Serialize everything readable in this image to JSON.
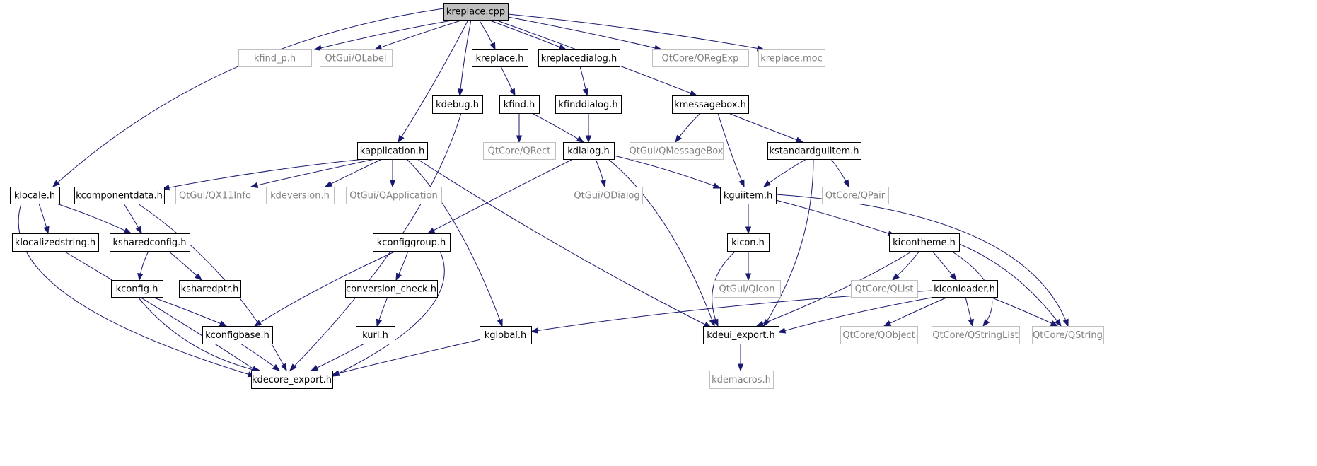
{
  "diagram": {
    "colors": {
      "edge": "#191970",
      "node_border": "#000000",
      "external_border": "#bfbfbf",
      "external_text": "#808080",
      "root_fill": "#bfbfbf"
    },
    "nodes": [
      {
        "id": "kreplace_cpp",
        "label": "kreplace.cpp",
        "kind": "root"
      },
      {
        "id": "kfind_p_h",
        "label": "kfind_p.h",
        "kind": "external"
      },
      {
        "id": "qlabel",
        "label": "QtGui/QLabel",
        "kind": "external"
      },
      {
        "id": "kreplace_h",
        "label": "kreplace.h",
        "kind": "local"
      },
      {
        "id": "kreplacedialog_h",
        "label": "kreplacedialog.h",
        "kind": "local"
      },
      {
        "id": "qregexp",
        "label": "QtCore/QRegExp",
        "kind": "external"
      },
      {
        "id": "kreplace_moc",
        "label": "kreplace.moc",
        "kind": "external"
      },
      {
        "id": "kdebug_h",
        "label": "kdebug.h",
        "kind": "local"
      },
      {
        "id": "kfind_h",
        "label": "kfind.h",
        "kind": "local"
      },
      {
        "id": "kfinddialog_h",
        "label": "kfinddialog.h",
        "kind": "local"
      },
      {
        "id": "kmessagebox_h",
        "label": "kmessagebox.h",
        "kind": "local"
      },
      {
        "id": "kapplication_h",
        "label": "kapplication.h",
        "kind": "local"
      },
      {
        "id": "qrect",
        "label": "QtCore/QRect",
        "kind": "external"
      },
      {
        "id": "kdialog_h",
        "label": "kdialog.h",
        "kind": "local"
      },
      {
        "id": "qmessagebox",
        "label": "QtGui/QMessageBox",
        "kind": "external"
      },
      {
        "id": "kstandardguiitem_h",
        "label": "kstandardguiitem.h",
        "kind": "local"
      },
      {
        "id": "klocale_h",
        "label": "klocale.h",
        "kind": "local"
      },
      {
        "id": "kcomponentdata_h",
        "label": "kcomponentdata.h",
        "kind": "local"
      },
      {
        "id": "qx11info",
        "label": "QtGui/QX11Info",
        "kind": "external"
      },
      {
        "id": "kdeversion_h",
        "label": "kdeversion.h",
        "kind": "external"
      },
      {
        "id": "qapplication",
        "label": "QtGui/QApplication",
        "kind": "external"
      },
      {
        "id": "qdialog",
        "label": "QtGui/QDialog",
        "kind": "external"
      },
      {
        "id": "kguiitem_h",
        "label": "kguiitem.h",
        "kind": "local"
      },
      {
        "id": "qpair",
        "label": "QtCore/QPair",
        "kind": "external"
      },
      {
        "id": "klocalizedstring_h",
        "label": "klocalizedstring.h",
        "kind": "local"
      },
      {
        "id": "ksharedconfig_h",
        "label": "ksharedconfig.h",
        "kind": "local"
      },
      {
        "id": "kconfiggroup_h",
        "label": "kconfiggroup.h",
        "kind": "local"
      },
      {
        "id": "kicon_h",
        "label": "kicon.h",
        "kind": "local"
      },
      {
        "id": "kicontheme_h",
        "label": "kicontheme.h",
        "kind": "local"
      },
      {
        "id": "kconfig_h",
        "label": "kconfig.h",
        "kind": "local"
      },
      {
        "id": "ksharedptr_h",
        "label": "ksharedptr.h",
        "kind": "local"
      },
      {
        "id": "conversion_check_h",
        "label": "conversion_check.h",
        "kind": "local"
      },
      {
        "id": "qicon",
        "label": "QtGui/QIcon",
        "kind": "external"
      },
      {
        "id": "qlist",
        "label": "QtCore/QList",
        "kind": "external"
      },
      {
        "id": "kiconloader_h",
        "label": "kiconloader.h",
        "kind": "local"
      },
      {
        "id": "kconfigbase_h",
        "label": "kconfigbase.h",
        "kind": "local"
      },
      {
        "id": "kurl_h",
        "label": "kurl.h",
        "kind": "local"
      },
      {
        "id": "kglobal_h",
        "label": "kglobal.h",
        "kind": "local"
      },
      {
        "id": "kdeui_export_h",
        "label": "kdeui_export.h",
        "kind": "local"
      },
      {
        "id": "qobject",
        "label": "QtCore/QObject",
        "kind": "external"
      },
      {
        "id": "qstringlist",
        "label": "QtCore/QStringList",
        "kind": "external"
      },
      {
        "id": "qstring",
        "label": "QtCore/QString",
        "kind": "external"
      },
      {
        "id": "kdecore_export_h",
        "label": "kdecore_export.h",
        "kind": "local"
      },
      {
        "id": "kdemacros_h",
        "label": "kdemacros.h",
        "kind": "external"
      }
    ],
    "edges": [
      [
        "kreplace_cpp",
        "kfind_p_h"
      ],
      [
        "kreplace_cpp",
        "qlabel"
      ],
      [
        "kreplace_cpp",
        "kreplace_h"
      ],
      [
        "kreplace_cpp",
        "kreplacedialog_h"
      ],
      [
        "kreplace_cpp",
        "qregexp"
      ],
      [
        "kreplace_cpp",
        "kreplace_moc"
      ],
      [
        "kreplace_cpp",
        "kdebug_h"
      ],
      [
        "kreplace_cpp",
        "kmessagebox_h"
      ],
      [
        "kreplace_cpp",
        "kapplication_h"
      ],
      [
        "kreplace_cpp",
        "klocale_h"
      ],
      [
        "kreplace_h",
        "kfind_h"
      ],
      [
        "kreplacedialog_h",
        "kfinddialog_h"
      ],
      [
        "kfind_h",
        "qrect"
      ],
      [
        "kfind_h",
        "kdialog_h"
      ],
      [
        "kfinddialog_h",
        "kdialog_h"
      ],
      [
        "kmessagebox_h",
        "qmessagebox"
      ],
      [
        "kmessagebox_h",
        "kstandardguiitem_h"
      ],
      [
        "kmessagebox_h",
        "kguiitem_h"
      ],
      [
        "kdebug_h",
        "kdecore_export_h"
      ],
      [
        "kapplication_h",
        "kcomponentdata_h"
      ],
      [
        "kapplication_h",
        "qx11info"
      ],
      [
        "kapplication_h",
        "kdeversion_h"
      ],
      [
        "kapplication_h",
        "qapplication"
      ],
      [
        "kapplication_h",
        "kglobal_h"
      ],
      [
        "kapplication_h",
        "kdeui_export_h"
      ],
      [
        "kdialog_h",
        "qdialog"
      ],
      [
        "kdialog_h",
        "kguiitem_h"
      ],
      [
        "kdialog_h",
        "kconfiggroup_h"
      ],
      [
        "kdialog_h",
        "kdeui_export_h"
      ],
      [
        "kstandardguiitem_h",
        "kguiitem_h"
      ],
      [
        "kstandardguiitem_h",
        "qpair"
      ],
      [
        "kstandardguiitem_h",
        "kdeui_export_h"
      ],
      [
        "klocale_h",
        "klocalizedstring_h"
      ],
      [
        "klocale_h",
        "ksharedconfig_h"
      ],
      [
        "klocale_h",
        "kdecore_export_h"
      ],
      [
        "kcomponentdata_h",
        "ksharedconfig_h"
      ],
      [
        "kcomponentdata_h",
        "kdecore_export_h"
      ],
      [
        "kguiitem_h",
        "kicon_h"
      ],
      [
        "kguiitem_h",
        "kicontheme_h"
      ],
      [
        "kguiitem_h",
        "qstring"
      ],
      [
        "klocalizedstring_h",
        "kdecore_export_h"
      ],
      [
        "ksharedconfig_h",
        "kconfig_h"
      ],
      [
        "ksharedconfig_h",
        "ksharedptr_h"
      ],
      [
        "kconfiggroup_h",
        "conversion_check_h"
      ],
      [
        "kconfiggroup_h",
        "kconfigbase_h"
      ],
      [
        "kconfiggroup_h",
        "kdecore_export_h"
      ],
      [
        "kicon_h",
        "qicon"
      ],
      [
        "kicon_h",
        "kdeui_export_h"
      ],
      [
        "kicontheme_h",
        "qlist"
      ],
      [
        "kicontheme_h",
        "kiconloader_h"
      ],
      [
        "kicontheme_h",
        "qstringlist"
      ],
      [
        "kicontheme_h",
        "qstring"
      ],
      [
        "kicontheme_h",
        "kdeui_export_h"
      ],
      [
        "kconfig_h",
        "kconfigbase_h"
      ],
      [
        "kconfig_h",
        "kdecore_export_h"
      ],
      [
        "conversion_check_h",
        "kurl_h"
      ],
      [
        "kiconloader_h",
        "kglobal_h"
      ],
      [
        "kiconloader_h",
        "kdeui_export_h"
      ],
      [
        "kiconloader_h",
        "qobject"
      ],
      [
        "kiconloader_h",
        "qstringlist"
      ],
      [
        "kiconloader_h",
        "qstring"
      ],
      [
        "kconfigbase_h",
        "kdecore_export_h"
      ],
      [
        "kurl_h",
        "kdecore_export_h"
      ],
      [
        "kglobal_h",
        "kdecore_export_h"
      ],
      [
        "kdeui_export_h",
        "kdemacros_h"
      ]
    ]
  }
}
